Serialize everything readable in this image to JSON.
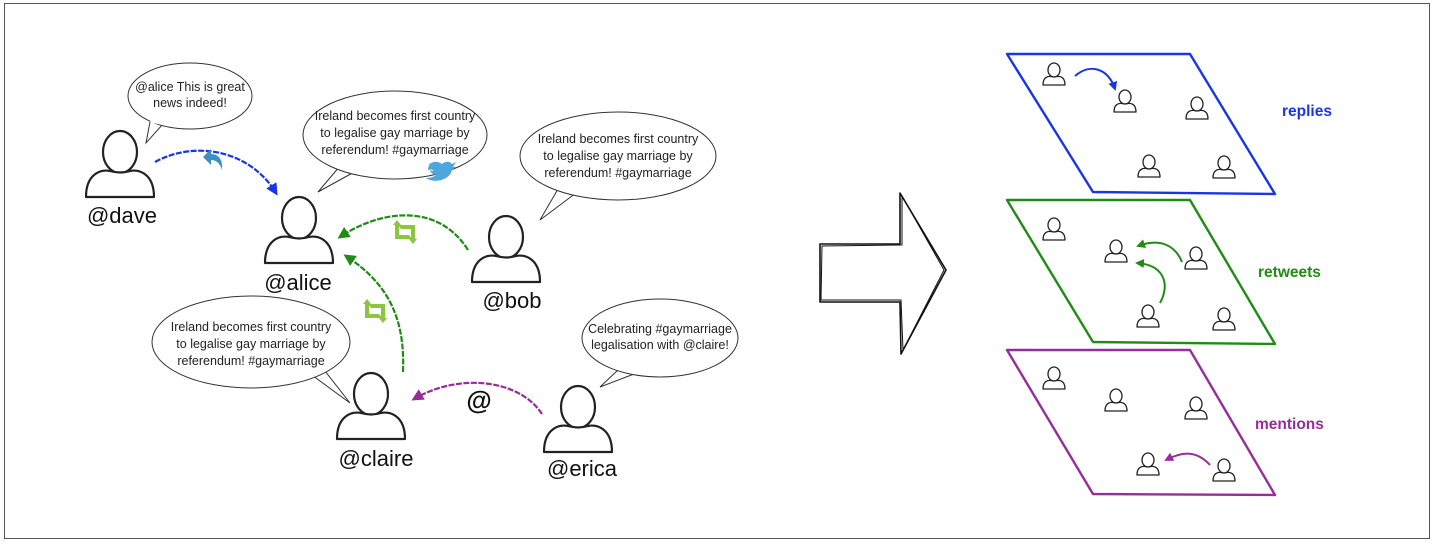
{
  "left_network": {
    "users": [
      {
        "key": "dave",
        "label": "@dave"
      },
      {
        "key": "alice",
        "label": "@alice"
      },
      {
        "key": "bob",
        "label": "@bob"
      },
      {
        "key": "claire",
        "label": "@claire"
      },
      {
        "key": "erica",
        "label": "@erica"
      }
    ],
    "bubbles": [
      {
        "key": "dave",
        "lines": [
          "@alice This is great",
          "news indeed!"
        ]
      },
      {
        "key": "alice",
        "lines": [
          "Ireland becomes first country",
          "to legalise gay marriage by",
          "referendum! #gaymarriage"
        ]
      },
      {
        "key": "bob",
        "lines": [
          "Ireland becomes first country",
          "to legalise gay marriage by",
          "referendum! #gaymarriage"
        ]
      },
      {
        "key": "claire",
        "lines": [
          "Ireland becomes first country",
          "to legalise gay marriage by",
          "referendum! #gaymarriage"
        ]
      },
      {
        "key": "erica",
        "lines": [
          "Celebrating #gaymarriage",
          "legalisation with @claire!"
        ]
      }
    ],
    "edges": [
      {
        "from": "dave",
        "to": "alice",
        "type": "reply"
      },
      {
        "from": "bob",
        "to": "alice",
        "type": "retweet"
      },
      {
        "from": "claire",
        "to": "alice",
        "type": "retweet"
      },
      {
        "from": "erica",
        "to": "claire",
        "type": "mention"
      }
    ],
    "mention_symbol": "@"
  },
  "layers": [
    {
      "key": "replies",
      "label": "replies",
      "color": "#1a35e8"
    },
    {
      "key": "retweets",
      "label": "retweets",
      "color": "#1f8c14"
    },
    {
      "key": "mentions",
      "label": "mentions",
      "color": "#962d9a"
    }
  ],
  "colors": {
    "reply": "#1a35e8",
    "retweet": "#1f8c14",
    "mention": "#962d9a",
    "reply_icon": "#3d8fc4",
    "retweet_icon": "#8cc63f",
    "twitter_bird": "#4da7de",
    "outline": "#222222",
    "frame": "#555555"
  }
}
